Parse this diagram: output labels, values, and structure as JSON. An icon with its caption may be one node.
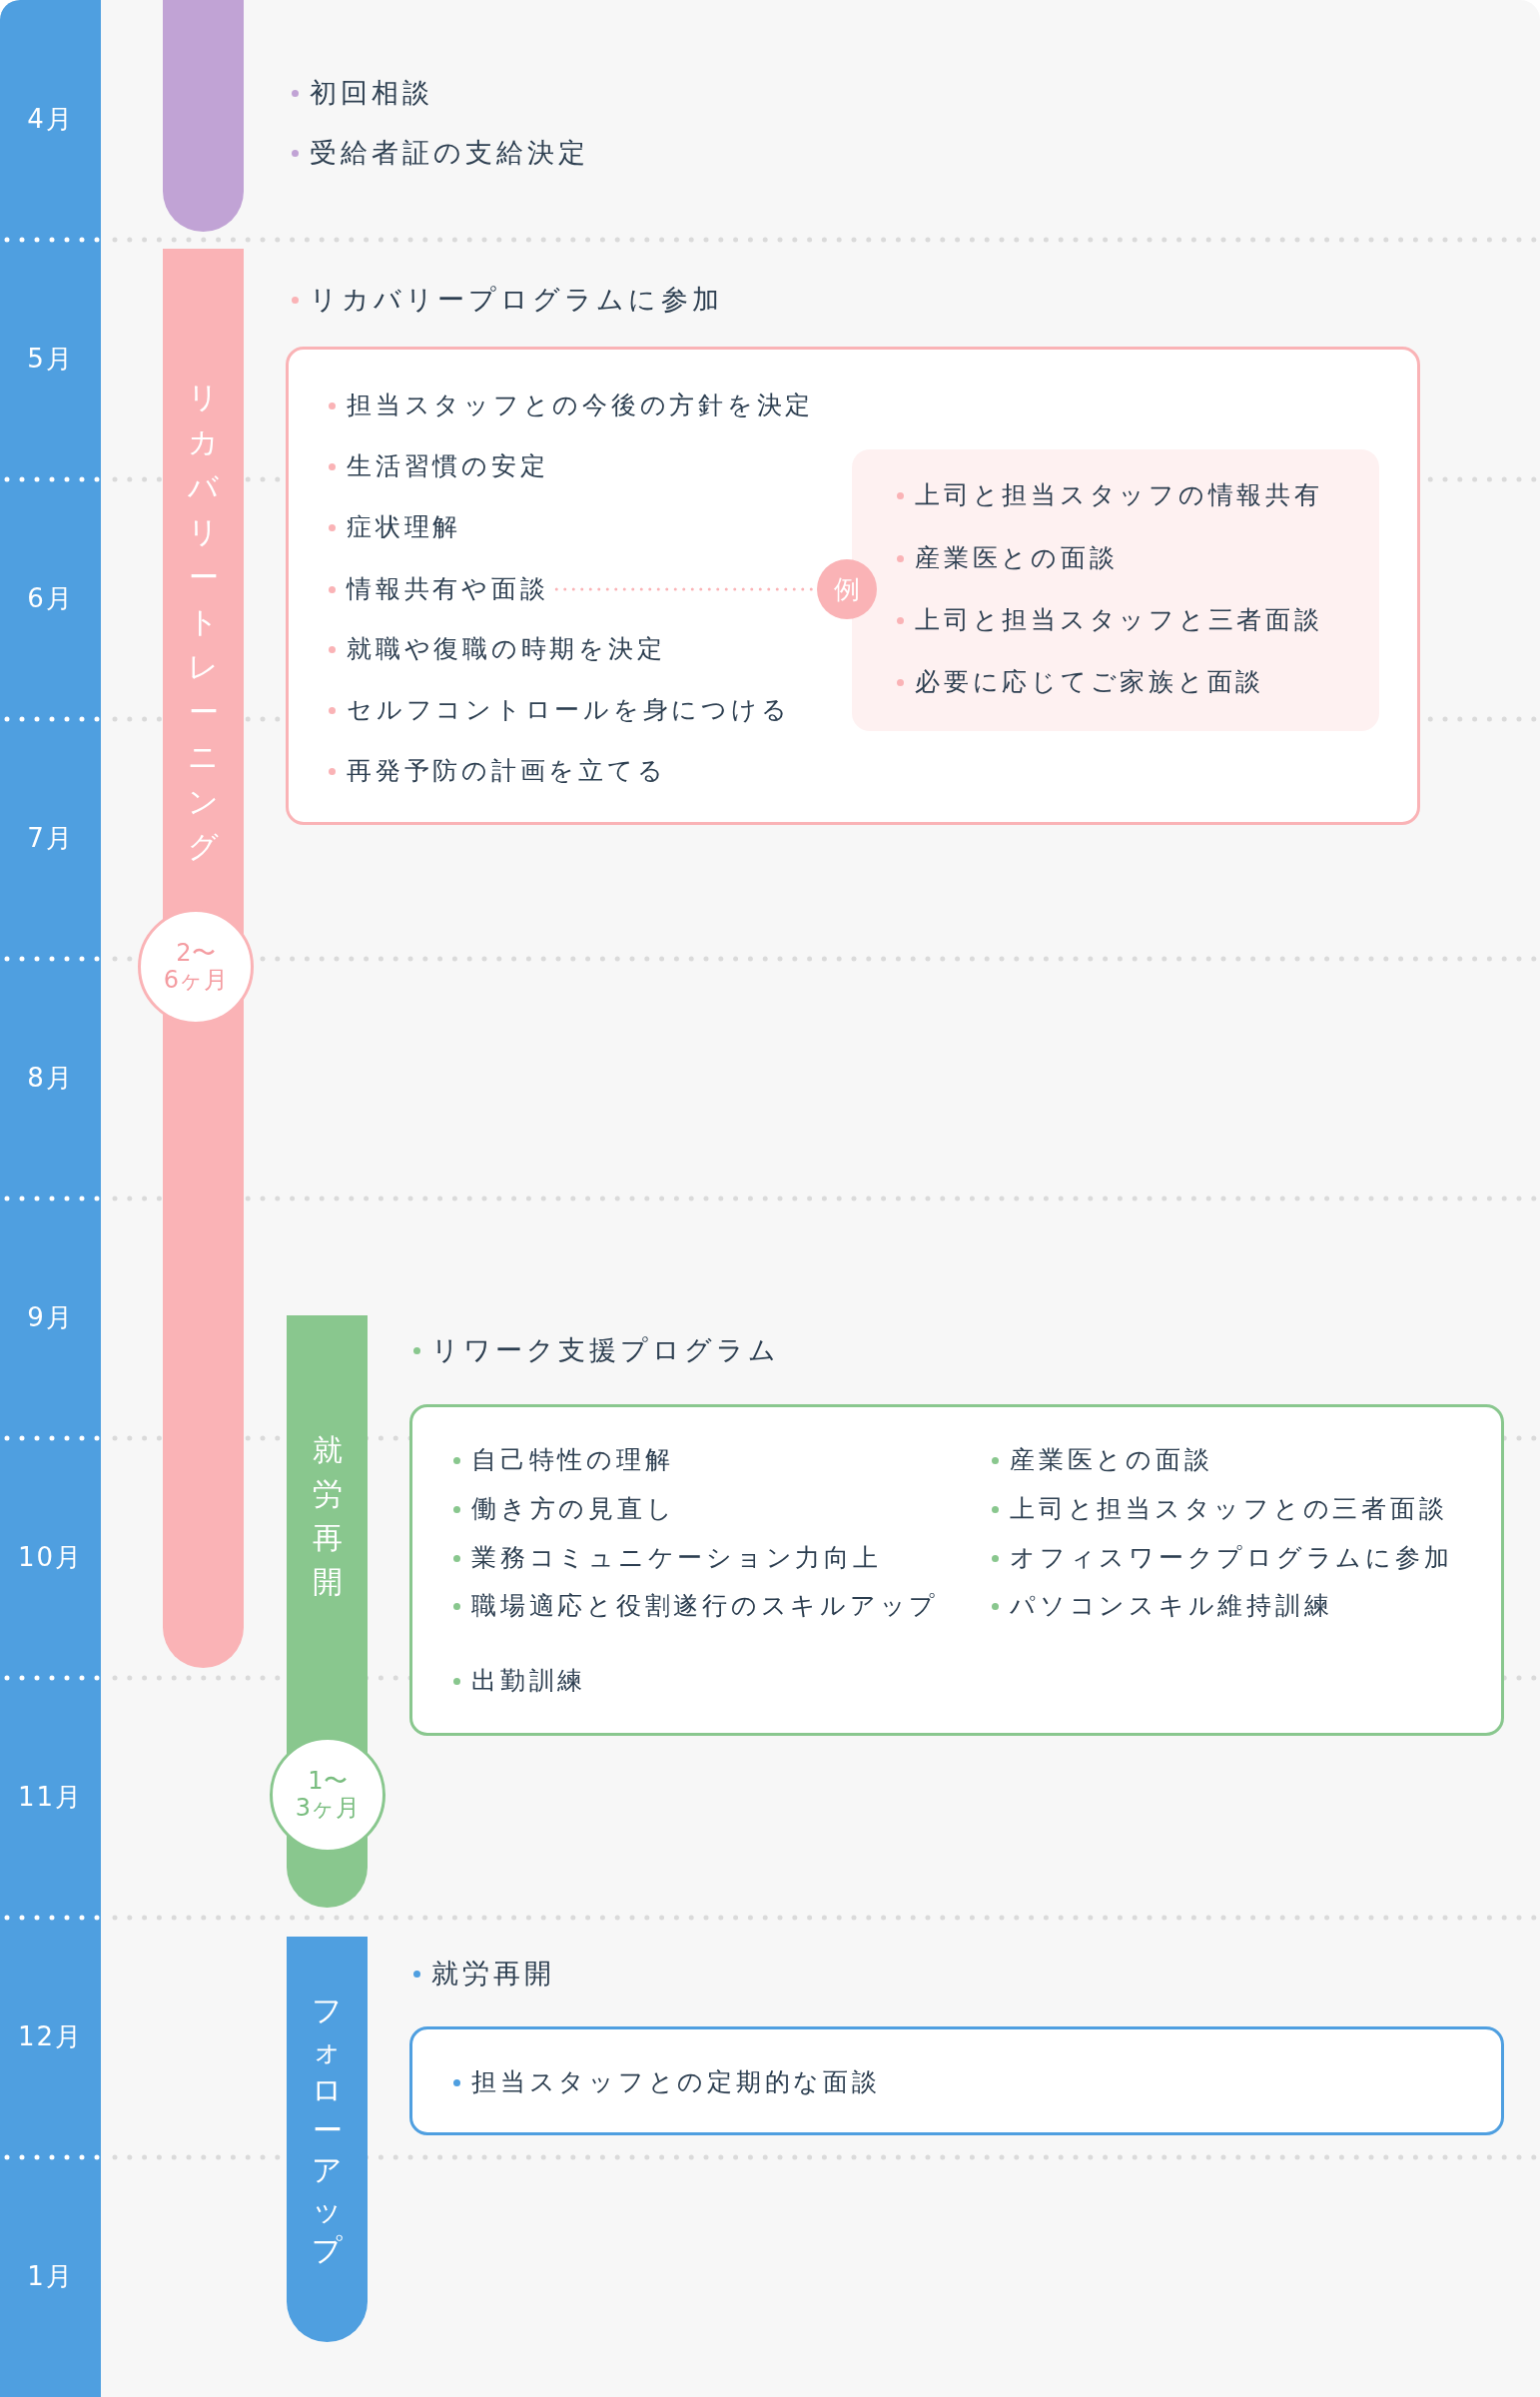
{
  "diagram": {
    "nodes": [
      {
        "text": [
          "4月",
          "5月",
          "6月",
          "7月",
          "8月",
          "9月",
          "10月",
          "11月",
          "12月",
          "1月"
        ]
      },
      {
        "text": [],
        "shape": "bar"
      },
      {
        "text": [
          "リカバリートレーニング"
        ]
      },
      {
        "text": [
          "2〜6ヶ月"
        ]
      },
      {
        "text": [
          "担当スタッフとの今後の方針を決定",
          "生活習慣の安定",
          "症状理解",
          "就職や復職の時期を決定",
          "セルフコントロールを身につける",
          "再発予防の計画を立てる"
        ]
      },
      {
        "text": [
          "情報共有や面談"
        ],
        "in": 4
      },
      {
        "text": [
          "例"
        ],
        "in": 4
      },
      {
        "text": [
          "上司と担当スタッフの情報共有",
          "産業医との面談",
          "上司と担当スタッフと三者面談",
          "必要に応じてご家族と面談"
        ],
        "in": 4
      },
      {
        "text": [
          "就労再開"
        ]
      },
      {
        "text": [
          "1〜3ヶ月"
        ]
      },
      {
        "text": [
          "自己特性の理解",
          "働き方の見直し",
          "業務コミュニケーション力向上",
          "職場適応と役割遂行のスキルアップ",
          "産業医との面談",
          "上司と担当スタッフとの三者面談",
          "オフィスワークプログラムに参加",
          "パソコンスキル維持訓練",
          "出勤訓練"
        ]
      },
      {
        "text": [
          "フォローアップ"
        ]
      },
      {
        "text": [
          "担当スタッフとの定期的な面談"
        ]
      }
    ],
    "edges": [
      {
        "from": 5,
        "to": 6,
        "arrow": "none",
        "style": "dashed"
      }
    ],
    "labels": [
      "初回相談",
      "受給者証の支給決定",
      "リカバリープログラムに参加",
      "リワーク支援プログラム",
      "就労再開"
    ]
  }
}
